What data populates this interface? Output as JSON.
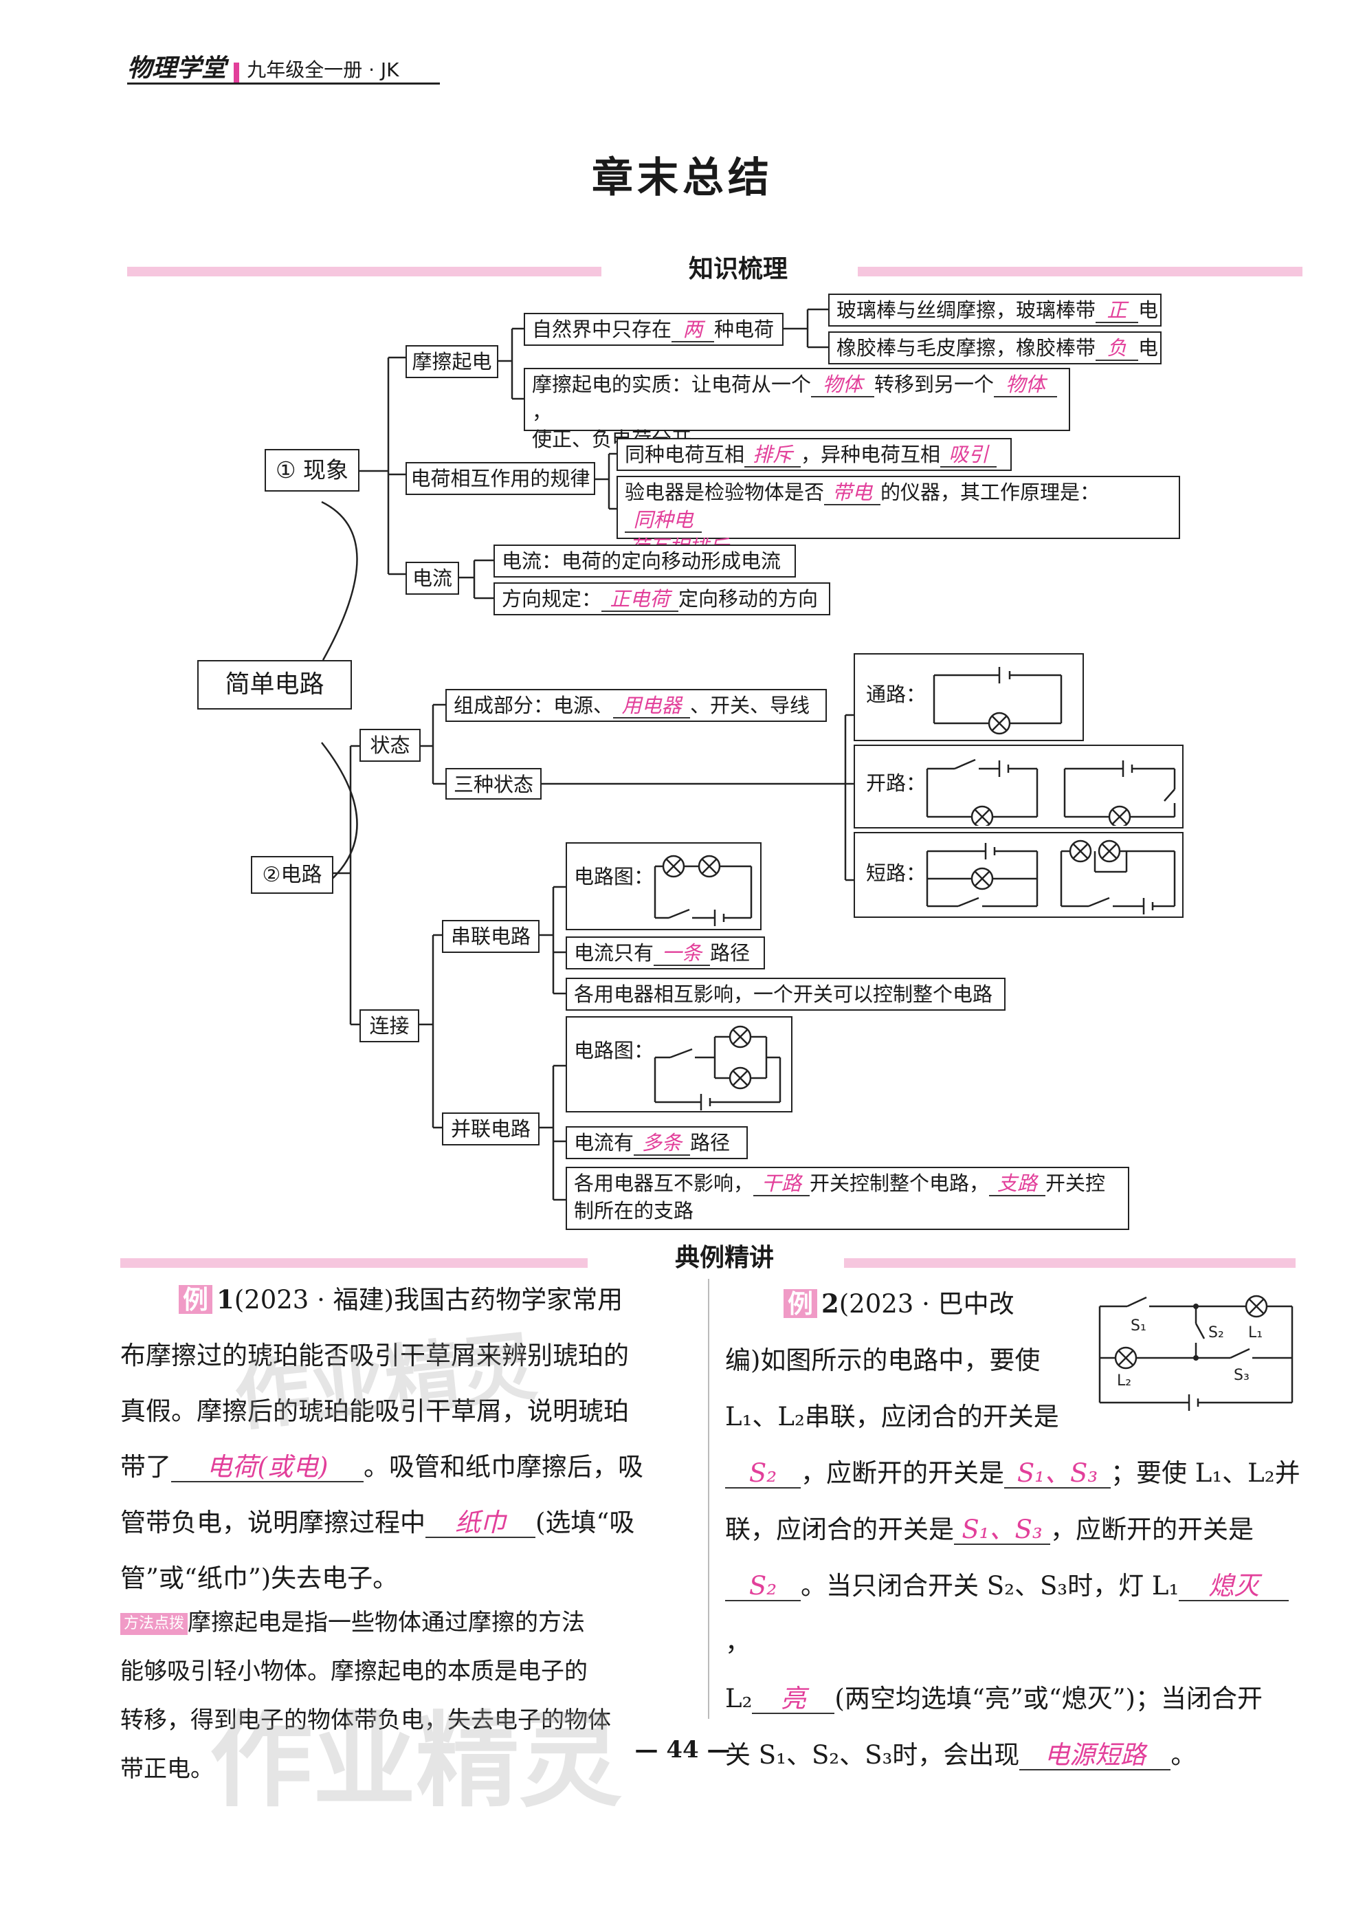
{
  "header": {
    "brand": "物理学堂",
    "subtitle": "九年级全一册 · JK"
  },
  "title": "章末总结",
  "section1": "知识梳理",
  "section2": "典例精讲",
  "mindmap": {
    "root": "简单电路",
    "phenomenon": "① 现象",
    "circuit": "②电路",
    "friction": "摩擦起电",
    "rule": "电荷相互作用的规律",
    "current": "电流",
    "nature_pre": "自然界中只存在",
    "nature_ans": "两",
    "nature_post": "种电荷",
    "glass_pre": "玻璃棒与丝绸摩擦，玻璃棒带",
    "glass_ans": "正",
    "glass_post": "电",
    "rubber_pre": "橡胶棒与毛皮摩擦，橡胶棒带",
    "rubber_ans": "负",
    "rubber_post": "电",
    "essence_pre": "摩擦起电的实质：让电荷从一个",
    "essence_ans1": "物体",
    "essence_mid": "转移到另一个",
    "essence_ans2": "物体",
    "essence_end": "，",
    "essence_line2": "使正、负电荷分开",
    "same_pre": "同种电荷互相",
    "same_ans1": "排斥",
    "same_mid": "，异种电荷互相",
    "same_ans2": "吸引",
    "electroscope_pre": "验电器是检验物体是否",
    "electroscope_ans1": "带电",
    "electroscope_mid": "的仪器，其工作原理是：",
    "electroscope_ans2a": "同种电",
    "electroscope_ans2b": "荷互相排斥",
    "cur_def": "电流：电荷的定向移动形成电流",
    "dir_pre": "方向规定：",
    "dir_ans": "正电荷",
    "dir_post": "定向移动的方向",
    "state": "状态",
    "components_pre": "组成部分：电源、",
    "components_ans": "用电器",
    "components_post": "、开关、导线",
    "three_states": "三种状态",
    "closed": "通路：",
    "open": "开路：",
    "short": "短路：",
    "connection": "连接",
    "series": "串联电路",
    "parallel": "并联电路",
    "diagram_label": "电路图：",
    "series_cur_pre": "电流只有",
    "series_cur_ans": "一条",
    "series_cur_post": "路径",
    "series_affect": "各用电器相互影响，一个开关可以控制整个电路",
    "par_cur_pre": "电流有",
    "par_cur_ans": "多条",
    "par_cur_post": "路径",
    "par_aff_pre": "各用电器互不影响，",
    "par_aff_ans1": "干路",
    "par_aff_mid": "开关控制整个电路，",
    "par_aff_ans2": "支路",
    "par_aff_post": "开关控",
    "par_aff_line2": "制所在的支路"
  },
  "example1": {
    "tag": "例",
    "num": "1",
    "l1": "(2023 · 福建)我国古药物学家常用",
    "l2": "布摩擦过的琥珀能否吸引干草屑来辨别琥珀的",
    "l3": "真假。摩擦后的琥珀能吸引干草屑，说明琥珀",
    "l4_pre": "带了",
    "l4_ans": "电荷(或电)",
    "l4_post": "。吸管和纸巾摩擦后，吸",
    "l5_pre": "管带负电，说明摩擦过程中",
    "l5_ans": "纸巾",
    "l5_post": "(选填“吸",
    "l6": "管”或“纸巾”)失去电子。",
    "tip_tag": "方法点拨",
    "t1": "摩擦起电是指一些物体通过摩擦的方法",
    "t2": "能够吸引轻小物体。摩擦起电的本质是电子的",
    "t3": "转移，得到电子的物体带负电，失去电子的物体",
    "t4": "带正电。"
  },
  "example2": {
    "tag": "例",
    "num": "2",
    "l1": "(2023 · 巴中改",
    "l2": "编)如图所示的电路中，要使",
    "l3": "L₁、L₂串联，应闭合的开关是",
    "l4_ans1": "S₂",
    "l4_mid": "，应断开的开关是",
    "l4_ans2": "S₁、S₃",
    "l4_post": "；要使 L₁、L₂并",
    "l5_pre": "联，应闭合的开关是",
    "l5_ans1": "S₁、S₃",
    "l5_post": "，应断开的开关是",
    "l6_ans1": "S₂",
    "l6_mid": "。当只闭合开关 S₂、S₃时，灯 L₁",
    "l6_ans2": "熄灭",
    "l6_post": "，",
    "l7_pre": "L₂",
    "l7_ans": "亮",
    "l7_post": "(两空均选填“亮”或“熄灭”)；当闭合开",
    "l8_pre": "关 S₁、S₂、S₃时，会出现",
    "l8_ans": "电源短路",
    "l8_post": "。",
    "fig_labels": {
      "s1": "S₁",
      "s2": "S₂",
      "s3": "S₃",
      "l1": "L₁",
      "l2": "L₂"
    }
  },
  "page_number": "— 44 —",
  "watermark": "作业精灵",
  "colors": {
    "answer": "#e23f9a",
    "band": "#f6c6de",
    "tag": "#f09ac6"
  }
}
